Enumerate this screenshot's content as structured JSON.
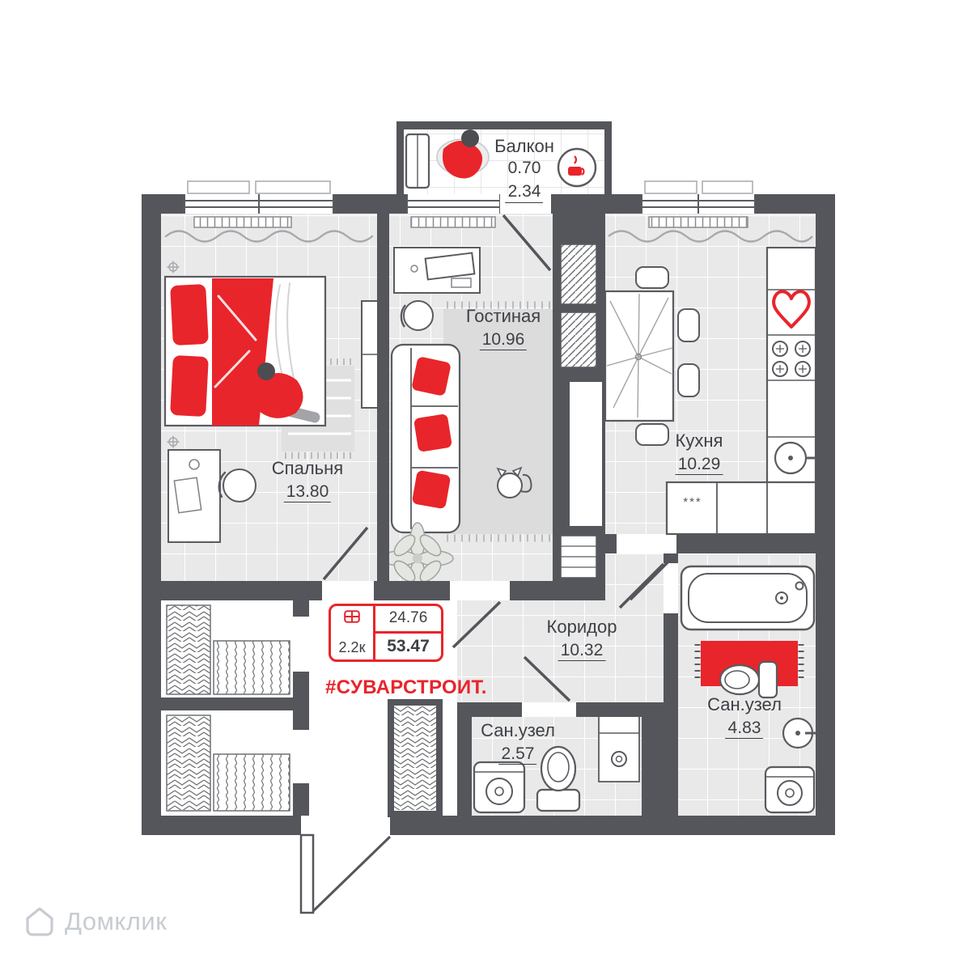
{
  "plan": {
    "balcony": {
      "name": "Балкон",
      "area_reduced": "0.70",
      "area_full": "2.34"
    },
    "living_room": {
      "name": "Гостиная",
      "area": "10.96"
    },
    "bedroom": {
      "name": "Спальня",
      "area": "13.80"
    },
    "kitchen": {
      "name": "Кухня",
      "area": "10.29",
      "cabinet_label": "***"
    },
    "corridor": {
      "name": "Коридор",
      "area": "10.32"
    },
    "bathroom_small": {
      "name": "Сан.узел",
      "area": "2.57"
    },
    "bathroom_large": {
      "name": "Сан.узел",
      "area": "4.83"
    }
  },
  "info_box": {
    "rooms_type": "2.2к",
    "living_area": "24.76",
    "total_area": "53.47"
  },
  "branding": {
    "developer": "#СУВАРСТРОИТ."
  },
  "watermark": {
    "text": "Домклик"
  },
  "icons": {
    "balcony_table": "coffee-cup-icon",
    "kitchen_wall": "heart-icon",
    "watermark_logo": "domclick-house-icon"
  },
  "colors": {
    "accent_red": "#E8252B",
    "walls": "#54565B",
    "floor_tile": "#E9E9EA",
    "rug_gray": "#DCDCDD",
    "watermark_gray": "#C7CCD1",
    "label_text": "#3D4044"
  }
}
